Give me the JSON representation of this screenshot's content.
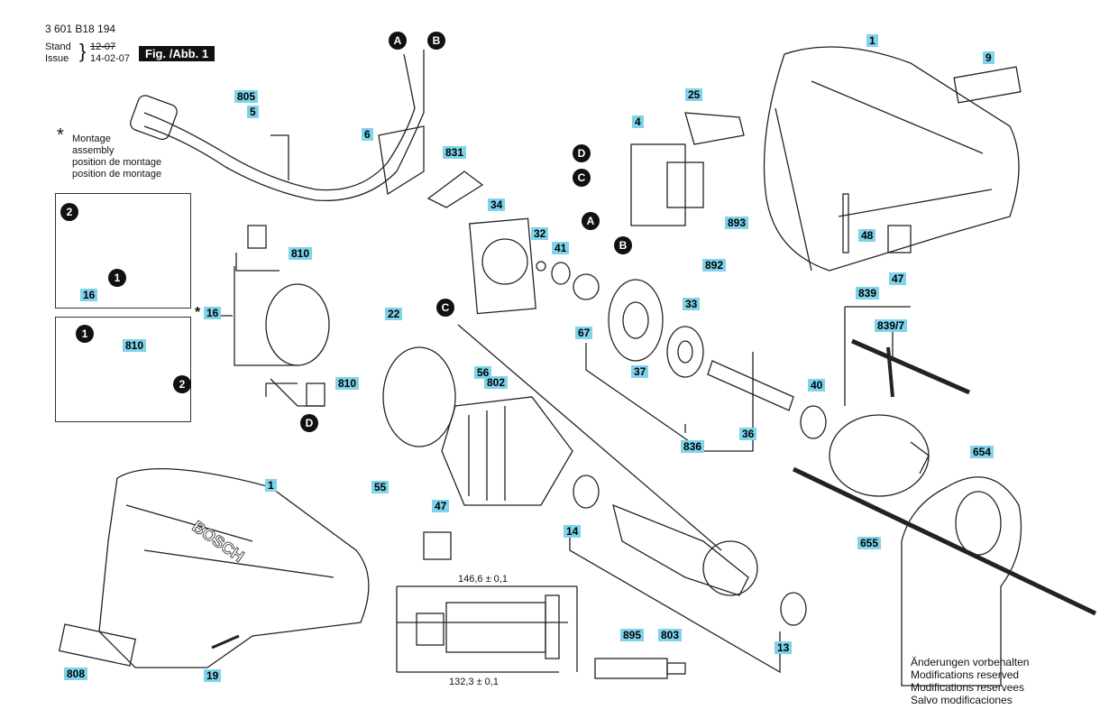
{
  "header": {
    "part_number": "3 601 B18 194",
    "stand_label": "Stand",
    "issue_label": "Issue",
    "old_date": "12-07",
    "new_date": "14-02-07",
    "fig_label": "Fig. /Abb. 1"
  },
  "montage_note": {
    "star": "*",
    "lines": [
      "Montage",
      "assembly",
      "position de montage",
      "position de montage"
    ]
  },
  "connectors": [
    "A",
    "B",
    "C",
    "D"
  ],
  "step_markers": [
    "1",
    "2"
  ],
  "part_labels": {
    "p1_top": "1",
    "p9": "9",
    "p25": "25",
    "p4": "4",
    "p805": "805",
    "p5": "5",
    "p6": "6",
    "p831": "831",
    "p34": "34",
    "p32": "32",
    "p41": "41",
    "p893": "893",
    "p892": "892",
    "p48": "48",
    "p47_top": "47",
    "p839": "839",
    "p839_7": "839/7",
    "p33": "33",
    "p67": "67",
    "p37": "37",
    "p810_a": "810",
    "p810_b": "810",
    "p810_c": "810",
    "p16_inset": "16",
    "p16_star": "16",
    "p22": "22",
    "p56": "56",
    "p802": "802",
    "p40": "40",
    "p36": "36",
    "p836": "836",
    "p654": "654",
    "p55": "55",
    "p14": "14",
    "p655": "655",
    "p1_bottom": "1",
    "p47_bottom": "47",
    "p803": "803",
    "p895": "895",
    "p808": "808",
    "p19": "19",
    "p13": "13"
  },
  "dimensions": {
    "top": "146,6 ± 0,1",
    "bottom": "132,3 ± 0,1"
  },
  "brand_text": "BOSCH",
  "modifications": [
    "Änderungen vorbehalten",
    "Modifications reserved",
    "Modifications reservees",
    "Salvo modificaciones"
  ]
}
